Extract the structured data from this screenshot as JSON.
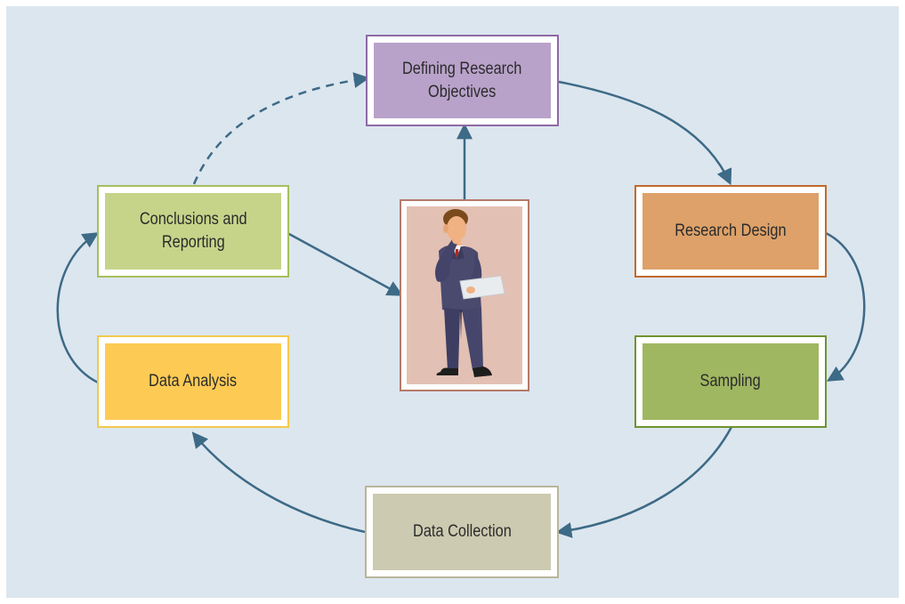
{
  "diagram": {
    "nodes": {
      "objectives": {
        "label": "Defining Research\nObjectives",
        "fill": "#b9a2ca",
        "border": "#8e6aa6"
      },
      "design": {
        "label": "Research Design",
        "fill": "#dda169",
        "border": "#c26a2b"
      },
      "sampling": {
        "label": "Sampling",
        "fill": "#a0b761",
        "border": "#6f9331"
      },
      "collection": {
        "label": "Data Collection",
        "fill": "#cccab0",
        "border": "#b9b69a"
      },
      "analysis": {
        "label": "Data Analysis",
        "fill": "#fdcb54",
        "border": "#f2c94c"
      },
      "conclusions": {
        "label": "Conclusions and\nReporting",
        "fill": "#c6d48a",
        "border": "#a6bf5d"
      }
    },
    "center_image": "businessman-thinking",
    "colors": {
      "background": "#dce6ef",
      "arrow": "#3d6a86"
    }
  }
}
